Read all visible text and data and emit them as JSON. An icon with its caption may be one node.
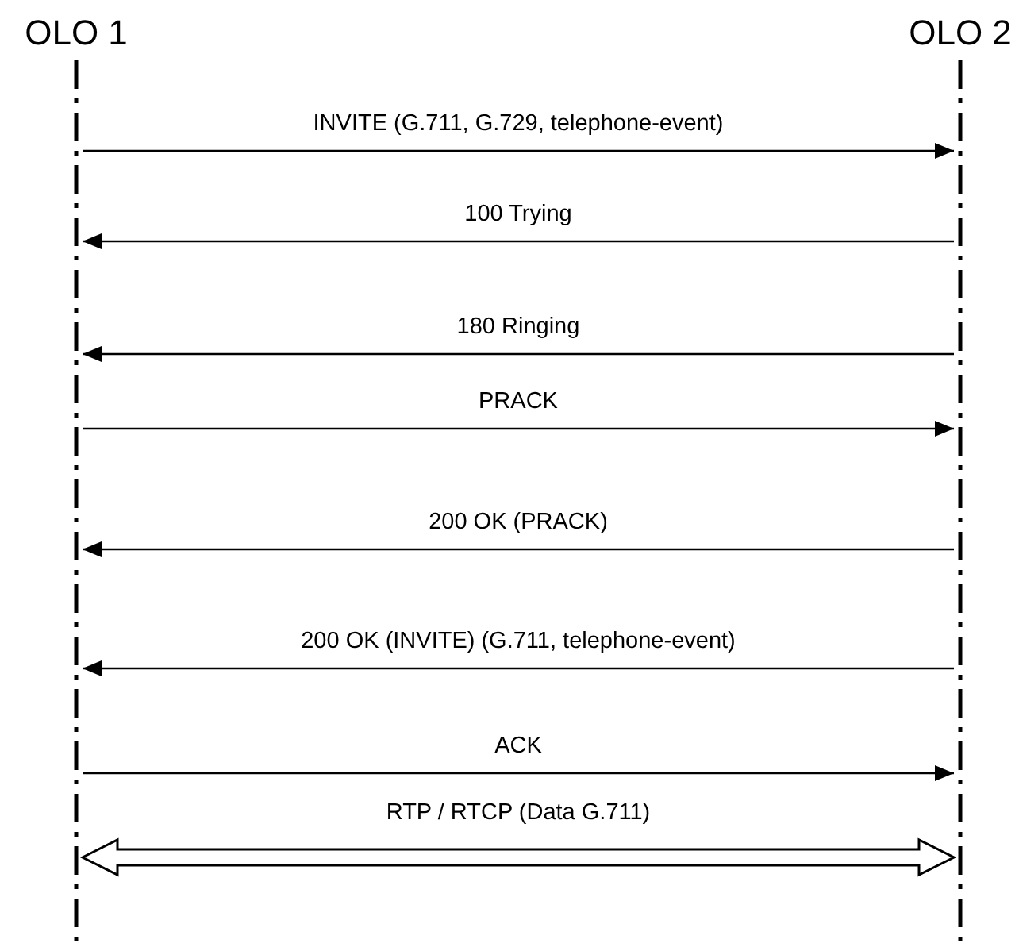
{
  "diagram": {
    "nodes": [
      {
        "text": [
          "OLO 1"
        ]
      },
      {
        "text": [
          "OLO 2"
        ]
      }
    ],
    "edges": [
      {
        "from": 0,
        "to": 1,
        "arrow": "to",
        "label": "INVITE (G.711, G.729,  telephone-event)"
      },
      {
        "from": 1,
        "to": 0,
        "arrow": "to",
        "label": "100 Trying"
      },
      {
        "from": 1,
        "to": 0,
        "arrow": "to",
        "label": "180 Ringing"
      },
      {
        "from": 0,
        "to": 1,
        "arrow": "to",
        "label": "PRACK"
      },
      {
        "from": 1,
        "to": 0,
        "arrow": "to",
        "label": "200 OK (PRACK)"
      },
      {
        "from": 1,
        "to": 0,
        "arrow": "to",
        "label": "200 OK (INVITE) (G.711, telephone-event)"
      },
      {
        "from": 0,
        "to": 1,
        "arrow": "to",
        "label": "ACK"
      },
      {
        "from": 0,
        "to": 1,
        "arrow": "both",
        "style": "thick",
        "label": "RTP / RTCP (Data G.711)"
      }
    ]
  }
}
